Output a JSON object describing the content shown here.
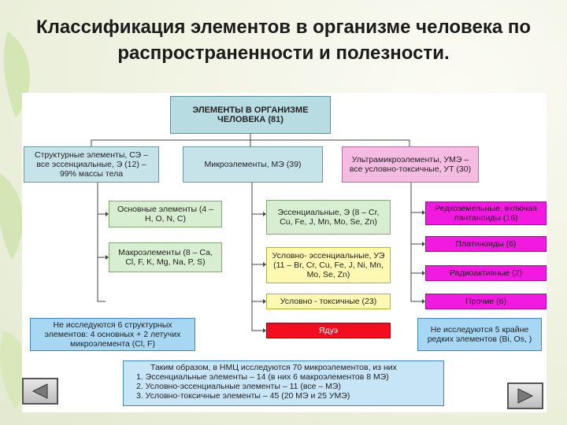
{
  "title": "Классификация элементов в организме человека по распространенности и полезности.",
  "diagram": {
    "root": "ЭЛЕМЕНТЫ В ОРГАНИЗМЕ ЧЕЛОВЕКА (81)",
    "structural": "Структурные элементы, СЭ – все эссенциальные, Э (12) – 99% массы тела",
    "micro": "Микроэлементы, МЭ (39)",
    "ultra": "Ультрамикроэлементы, УМЭ – все условно-токсичные, УТ (30)",
    "basic": "Основные элементы (4 – Н, О, N, С)",
    "macro": "Макроэлементы (8 – Са, Cl, F, K, Mg, Na, P, S)",
    "essential": "Эссенциальные, Э (8 – Cr, Cu, Fe, J, Mn, Mo, Se, Zn)",
    "cond_essential": "Условно- эссенциальные, УЭ (11 – Br, Cr, Cu, Fe, J, Ni, Mn, Mo, Se, Zn)",
    "cond_toxic": "Условно - токсичные (23)",
    "lead": "Ядуэ",
    "rare_earth": "Редкоземельные, включая лантаноиды (16)",
    "platinoids": "Платиноиды (6)",
    "radioactive": "Радиоактивные (2)",
    "others": "Прочие (6)",
    "note_left": "Не исследуются 6 структурных элементов: 4 основных + 2 летучих микроэлемента (Cl, F)",
    "note_right": "Не исследуются 5 крайне редких элементов (Bi, Os, )",
    "summary": {
      "intro": "Таким образом, в НМЦ исследуются 70 микроэлементов, из них",
      "items": [
        "1.  Эссенциальные элементы – 14 (в них 6 макроэлементов 8 МЭ)",
        "2.  Условно-эссенциальные элементы – 11 (все – МЭ)",
        "3.  Условно-токсичные элементы – 45 (20 МЭ и 25 УМЭ)"
      ]
    }
  },
  "nav": {
    "prev_icon": "triangle-left-icon",
    "next_icon": "triangle-right-icon"
  },
  "colors": {
    "root": "#b7dde3",
    "green": "#d8eed0",
    "yellow": "#fdf9b3",
    "red": "#f20d1f",
    "pink": "#f4bce1",
    "magenta": "#f21ae0",
    "note": "#a7d7f2"
  }
}
